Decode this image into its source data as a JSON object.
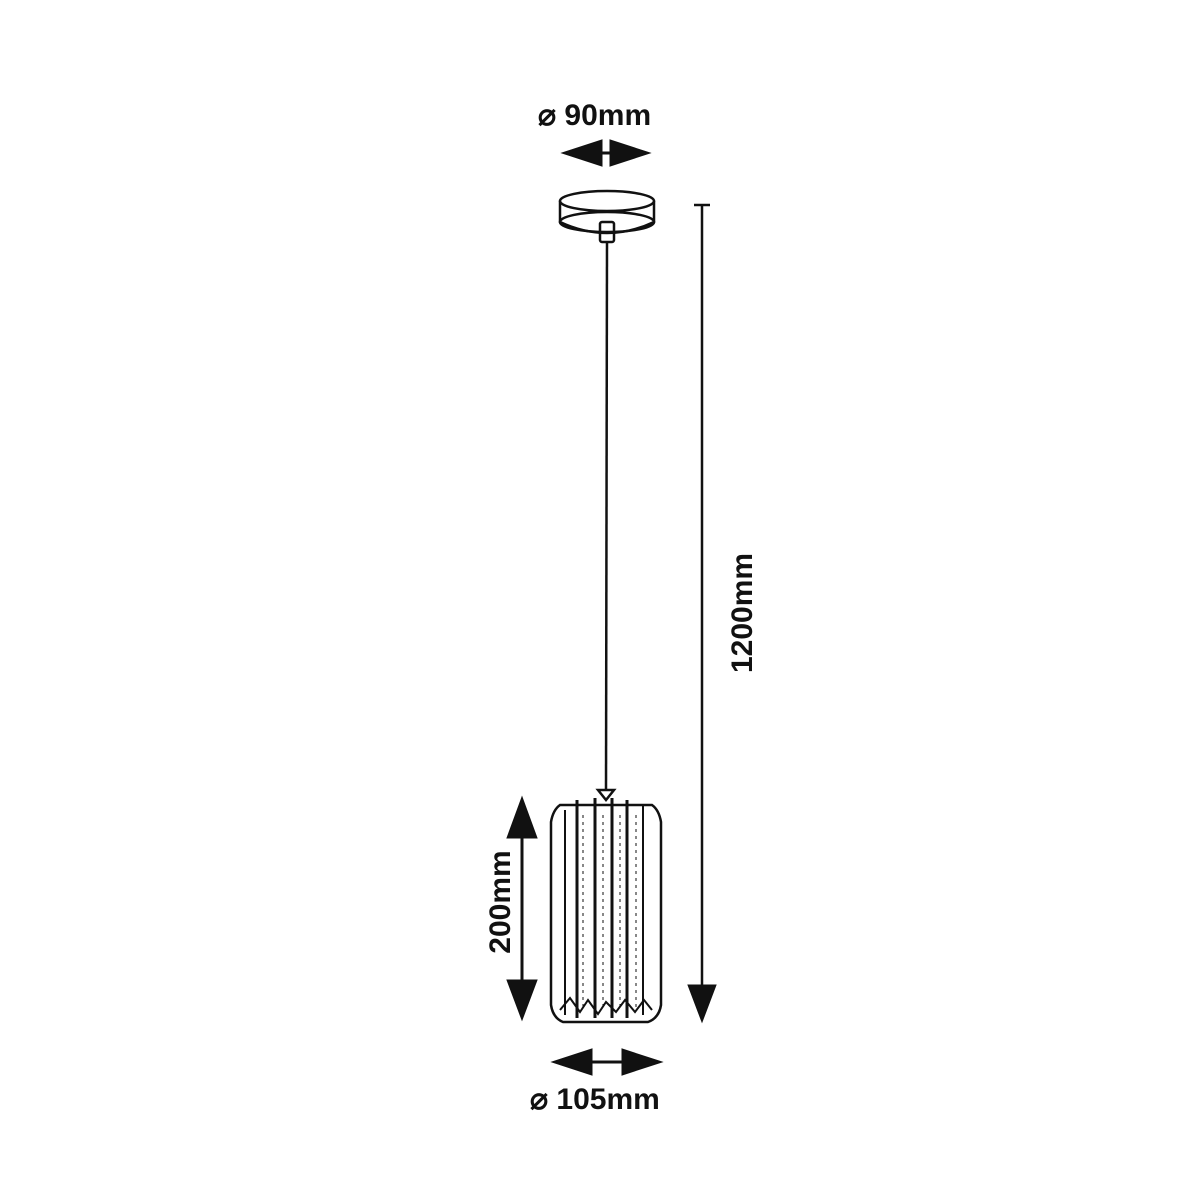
{
  "diagram": {
    "type": "pendant-lamp-dimension-drawing",
    "colors": {
      "line": "#111111",
      "background": "#ffffff"
    },
    "dimensions": {
      "canopy_diameter": {
        "symbol": "⌀",
        "value": "90mm",
        "label": "⌀ 90mm"
      },
      "total_height": {
        "value": "1200mm",
        "label": "1200mm"
      },
      "shade_height": {
        "value": "200mm",
        "label": "200mm"
      },
      "shade_diameter": {
        "symbol": "⌀",
        "value": "105mm",
        "label": "⌀ 105mm"
      }
    },
    "parts": [
      "ceiling-canopy",
      "suspension-cable",
      "crystal-shade"
    ]
  }
}
